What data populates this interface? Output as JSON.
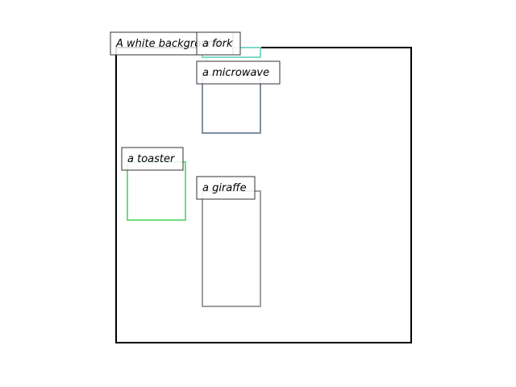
{
  "layout_boxes": [
    {
      "id": "background",
      "label": "A white background",
      "color": "#000000"
    },
    {
      "id": "fork",
      "label": "a fork",
      "color": "#7fd9c8"
    },
    {
      "id": "microwave",
      "label": "a microwave",
      "color": "#7f8f9f"
    },
    {
      "id": "toaster",
      "label": "a toaster",
      "color": "#6fdc7f"
    },
    {
      "id": "giraffe",
      "label": "a giraffe",
      "color": "#9f9f9f"
    }
  ]
}
